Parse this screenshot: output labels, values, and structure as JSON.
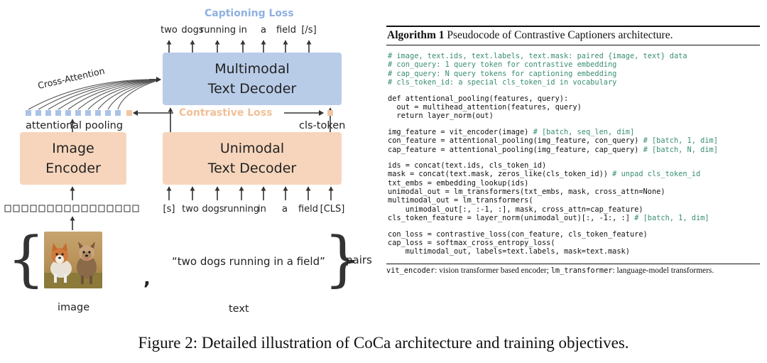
{
  "diagram": {
    "captioning_loss": "Captioning Loss",
    "contrastive_loss": "Contrastive Loss",
    "cross_attention": "Cross-Attention",
    "attentional_pooling": "attentional pooling",
    "cls_token": "cls-token",
    "multimodal_decoder": "Multimodal\nText Decoder",
    "unimodal_decoder": "Unimodal\nText Decoder",
    "image_encoder": "Image\nEncoder",
    "output_tokens": [
      "two",
      "dogs",
      "running",
      "in",
      "a",
      "field",
      "[/s]"
    ],
    "input_tokens": [
      "[s]",
      "two",
      "dogs",
      "running",
      "in",
      "a",
      "field",
      "[CLS]"
    ],
    "text_sample": "“two dogs running in a field”",
    "pairs": "pairs",
    "image_label": "image",
    "text_label": "text",
    "comma": ",",
    "colors": {
      "orange_box": "#f6d5bc",
      "blue_box": "#b8cce8",
      "blue_loss": "#8fb0e0",
      "orange_loss": "#f0bf96",
      "pool_token": "#a9c2e6",
      "cls_token": "#f3c5a3"
    }
  },
  "algorithm": {
    "title_bold": "Algorithm 1",
    "title_rest": "Pseudocode of Contrastive Captioners architecture.",
    "comments": [
      "# image, text.ids, text.labels, text.mask: paired {image, text} data",
      "# con_query: 1 query token for contrastive embedding",
      "# cap_query: N query tokens for captioning embedding",
      "# cls_token_id: a special cls_token_id in vocabulary"
    ],
    "block_pool": [
      "def attentional_pooling(features, query):",
      "  out = multihead_attention(features, query)",
      "  return layer_norm(out)"
    ],
    "block_feat": [
      {
        "code": "img_feature = vit_encoder(image) ",
        "comment": "# [batch, seq_len, dim]"
      },
      {
        "code": "con_feature = attentional_pooling(img_feature, con_query) ",
        "comment": "# [batch, 1, dim]"
      },
      {
        "code": "cap_feature = attentional_pooling(img_feature, cap_query) ",
        "comment": "# [batch, N, dim]"
      }
    ],
    "block_text": [
      {
        "code": "ids = concat(text.ids, cls_token_id)",
        "comment": ""
      },
      {
        "code": "mask = concat(text.mask, zeros_like(cls_token_id)) ",
        "comment": "# unpad cls_token_id"
      },
      {
        "code": "txt_embs = embedding_lookup(ids)",
        "comment": ""
      },
      {
        "code": "unimodal_out = lm_transformers(txt_embs, mask, cross_attn=None)",
        "comment": ""
      },
      {
        "code": "multimodal_out = lm_transformers(",
        "comment": ""
      },
      {
        "code": "    unimodal_out[:, :-1, :], mask, cross_attn=cap_feature)",
        "comment": ""
      },
      {
        "code": "cls_token_feature = layer_norm(unimodal_out)[:, -1:, :] ",
        "comment": "# [batch, 1, dim]"
      }
    ],
    "block_loss": [
      "con_loss = contrastive_loss(con_feature, cls_token_feature)",
      "cap_loss = softmax_cross_entropy_loss(",
      "    multimodal_out, labels=text.labels, mask=text.mask)"
    ],
    "footnote": [
      {
        "text": "vit_encoder",
        "mono": true
      },
      {
        "text": ": vision transformer based encoder; ",
        "mono": false
      },
      {
        "text": "lm_transformer",
        "mono": true
      },
      {
        "text": ": language-model transformers.",
        "mono": false
      }
    ]
  },
  "caption": "Figure 2: Detailed illustration of CoCa architecture and training objectives."
}
